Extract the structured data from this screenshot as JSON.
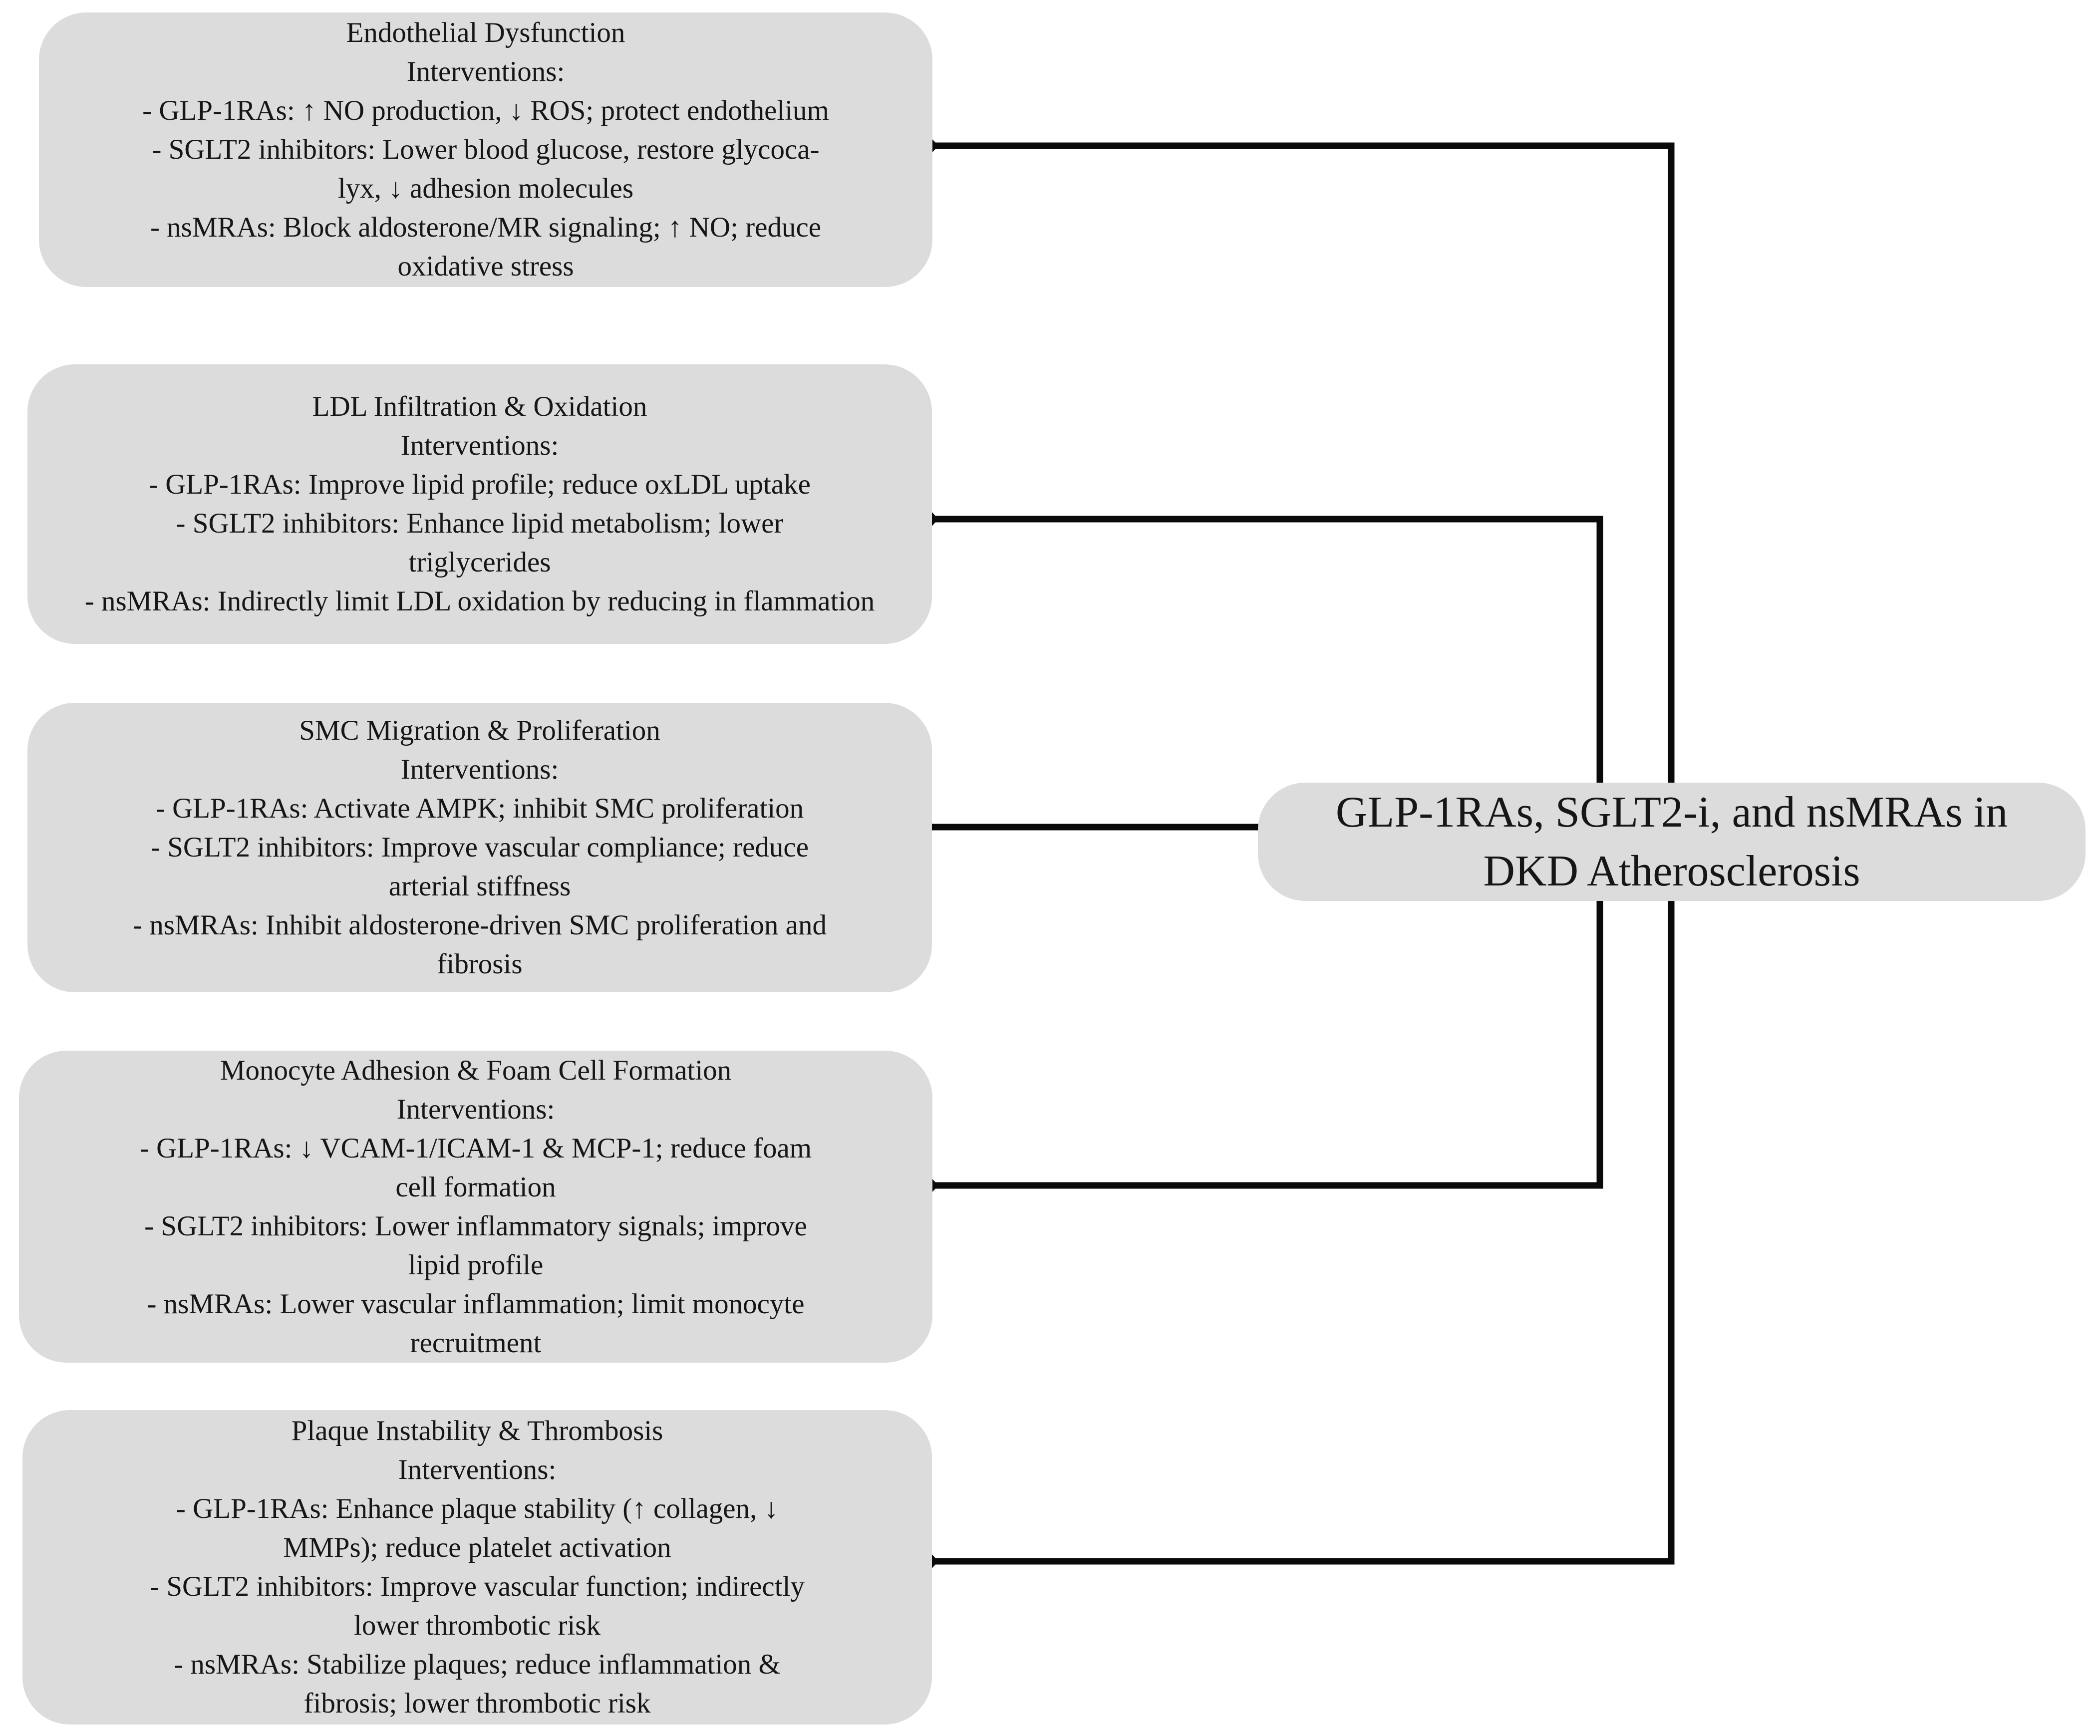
{
  "diagram": {
    "colors": {
      "node_fill": "#dcdcdc",
      "connector": "#0a0a0a",
      "text": "#161616",
      "background": "#ffffff"
    },
    "central_box": {
      "key": "central-source",
      "lines": [
        "GLP-1RAs, SGLT2-i, and nsMRAs in",
        "DKD Atherosclerosis"
      ]
    },
    "nodes": [
      {
        "key": "endothelial-dysfunction",
        "lines": [
          "Endothelial Dysfunction",
          "Interventions:",
          "- GLP-1RAs: ↑ NO production, ↓ ROS; protect endothelium",
          "- SGLT2 inhibitors: Lower blood glucose, restore glycoca-",
          "lyx, ↓ adhesion molecules",
          "- nsMRAs: Block aldosterone/MR signaling; ↑ NO; reduce",
          "oxidative stress"
        ]
      },
      {
        "key": "ldl-infiltration-oxidation",
        "lines": [
          "LDL Infiltration & Oxidation",
          "Interventions:",
          "- GLP-1RAs: Improve lipid profile; reduce oxLDL uptake",
          "- SGLT2 inhibitors: Enhance lipid metabolism; lower",
          "triglycerides",
          "- nsMRAs: Indirectly limit LDL oxidation by reducing in flammation"
        ]
      },
      {
        "key": "smc-migration-proliferation",
        "lines": [
          "SMC Migration & Proliferation",
          "Interventions:",
          "- GLP-1RAs: Activate AMPK; inhibit SMC proliferation",
          "- SGLT2 inhibitors: Improve vascular compliance; reduce",
          "arterial stiffness",
          "- nsMRAs: Inhibit aldosterone-driven SMC proliferation and",
          "fibrosis"
        ]
      },
      {
        "key": "monocyte-adhesion-foam-cell-formation",
        "lines": [
          "Monocyte Adhesion & Foam Cell Formation",
          "Interventions:",
          "- GLP-1RAs: ↓ VCAM-1/ICAM-1 & MCP-1; reduce foam",
          "cell formation",
          "- SGLT2 inhibitors: Lower inflammatory signals; improve",
          "lipid profile",
          "- nsMRAs: Lower vascular inflammation; limit monocyte",
          "recruitment"
        ]
      },
      {
        "key": "plaque-instability-thrombosis",
        "lines": [
          "Plaque Instability & Thrombosis",
          "Interventions:",
          "- GLP-1RAs: Enhance plaque stability (↑ collagen, ↓",
          "MMPs); reduce platelet activation",
          "- SGLT2 inhibitors: Improve vascular function; indirectly",
          "lower thrombotic risk",
          "- nsMRAs: Stabilize plaques; reduce inflammation &",
          "fibrosis; lower thrombotic risk"
        ]
      }
    ],
    "connections": [
      {
        "from": "central-source",
        "to": "endothelial-dysfunction"
      },
      {
        "from": "central-source",
        "to": "ldl-infiltration-oxidation"
      },
      {
        "from": "central-source",
        "to": "smc-migration-proliferation"
      },
      {
        "from": "central-source",
        "to": "monocyte-adhesion-foam-cell-formation"
      },
      {
        "from": "central-source",
        "to": "plaque-instability-thrombosis"
      }
    ]
  }
}
